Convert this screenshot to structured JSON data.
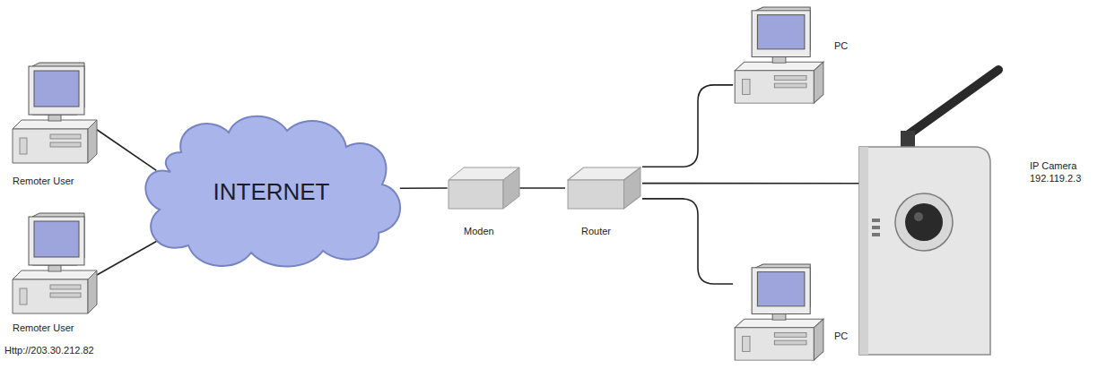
{
  "diagram": {
    "nodes": [
      {
        "text": [
          "Remoter User"
        ]
      },
      {
        "text": [
          "Remoter User",
          "Http://203.30.212.82"
        ]
      },
      {
        "text": [
          "INTERNET"
        ]
      },
      {
        "text": [
          "Moden"
        ]
      },
      {
        "text": [
          "Router"
        ]
      },
      {
        "text": [
          "PC"
        ]
      },
      {
        "text": [
          "PC"
        ]
      },
      {
        "text": [
          "IP Camera 192.119.2.3"
        ]
      }
    ],
    "edges": [
      {
        "from": 0,
        "to": 2,
        "arrow": "none"
      },
      {
        "from": 1,
        "to": 2,
        "arrow": "none"
      },
      {
        "from": 2,
        "to": 3,
        "arrow": "none"
      },
      {
        "from": 3,
        "to": 4,
        "arrow": "none"
      },
      {
        "from": 4,
        "to": 5,
        "arrow": "none"
      },
      {
        "from": 4,
        "to": 7,
        "arrow": "none"
      },
      {
        "from": 4,
        "to": 6,
        "arrow": "none"
      }
    ]
  }
}
